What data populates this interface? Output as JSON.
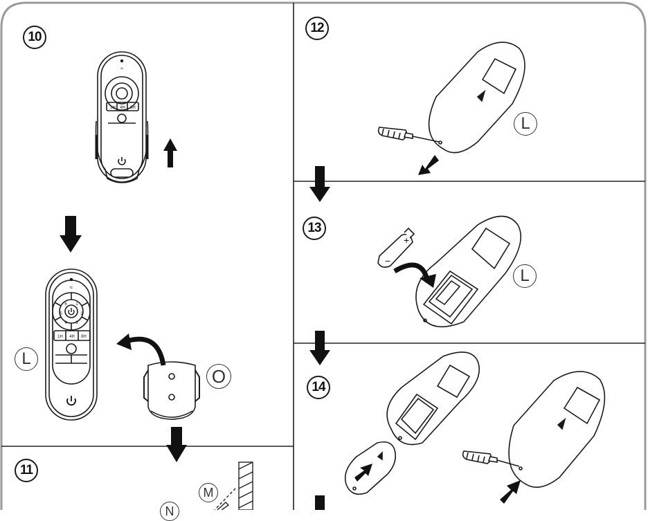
{
  "steps": {
    "s10": {
      "number": "10"
    },
    "s11": {
      "number": "11"
    },
    "s12": {
      "number": "12"
    },
    "s13": {
      "number": "13"
    },
    "s14": {
      "number": "14"
    }
  },
  "parts": {
    "L": "L",
    "O": "O",
    "M": "M",
    "N": "N"
  },
  "remote": {
    "buttons": [
      "1H",
      "4H",
      "8H"
    ],
    "wheel_numbers": [
      "1",
      "2",
      "3",
      "4",
      "5",
      "6"
    ]
  },
  "battery": {
    "plus": "+",
    "minus": "−"
  },
  "colors": {
    "line": "#1a1a1a",
    "frame": "#9a9a9a",
    "background": "#ffffff"
  },
  "icons": [
    "power-icon",
    "flame-icon",
    "arrow-icon",
    "screwdriver-icon",
    "battery-icon",
    "curved-arrow-icon"
  ]
}
